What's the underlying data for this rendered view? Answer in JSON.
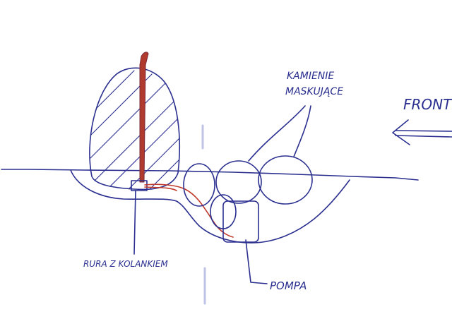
{
  "labels": {
    "stones": "KAMIENIE MASKUJĄCE",
    "stones_line1": "KAMIENIE",
    "stones_line2": "MASKUJĄCE",
    "front": "FRONT",
    "pipe": "RURA Z KOLANKIEM",
    "pump": "POMPA"
  },
  "colors": {
    "ink": "#2a2f8f",
    "pipe_red": "#c0392b"
  }
}
